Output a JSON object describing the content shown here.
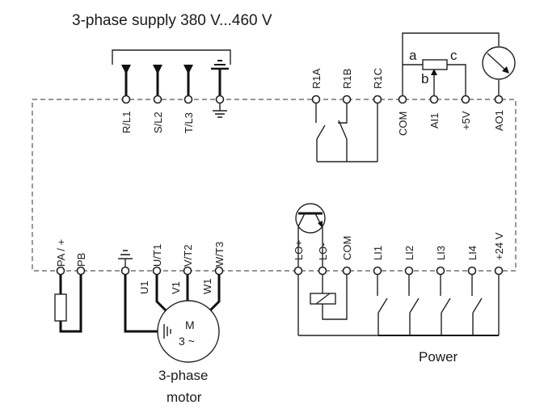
{
  "title": "3-phase supply 380 V...460 V",
  "supply_terminals": [
    "R/L1",
    "S/L2",
    "T/L3"
  ],
  "relay_terminals": [
    "R1A",
    "R1B",
    "R1C"
  ],
  "analog_terminals": [
    "COM",
    "AI1",
    "+5V",
    "AO1"
  ],
  "potentiometer_labels": {
    "a": "a",
    "b": "b",
    "c": "c"
  },
  "braking_terminals": [
    "PA / +",
    "PB"
  ],
  "motor_terminals": [
    "U/T1",
    "V/T2",
    "W/T3"
  ],
  "motor_wires": [
    "U1",
    "V1",
    "W1"
  ],
  "motor": {
    "symbol": "M",
    "phase": "3 ~",
    "caption_line1": "3-phase",
    "caption_line2": "motor"
  },
  "logic_output_terminals": [
    "LO+",
    "LO-",
    "COM"
  ],
  "logic_input_terminals": [
    "LI1",
    "LI2",
    "LI3",
    "LI4",
    "+24 V"
  ],
  "power_label": "Power",
  "icons": {
    "ground": "ground-icon",
    "meter": "analog-meter-icon",
    "transistor": "transistor-icon",
    "relay_coil": "relay-coil-icon",
    "resistor": "braking-resistor-icon",
    "potentiometer": "potentiometer-icon"
  }
}
